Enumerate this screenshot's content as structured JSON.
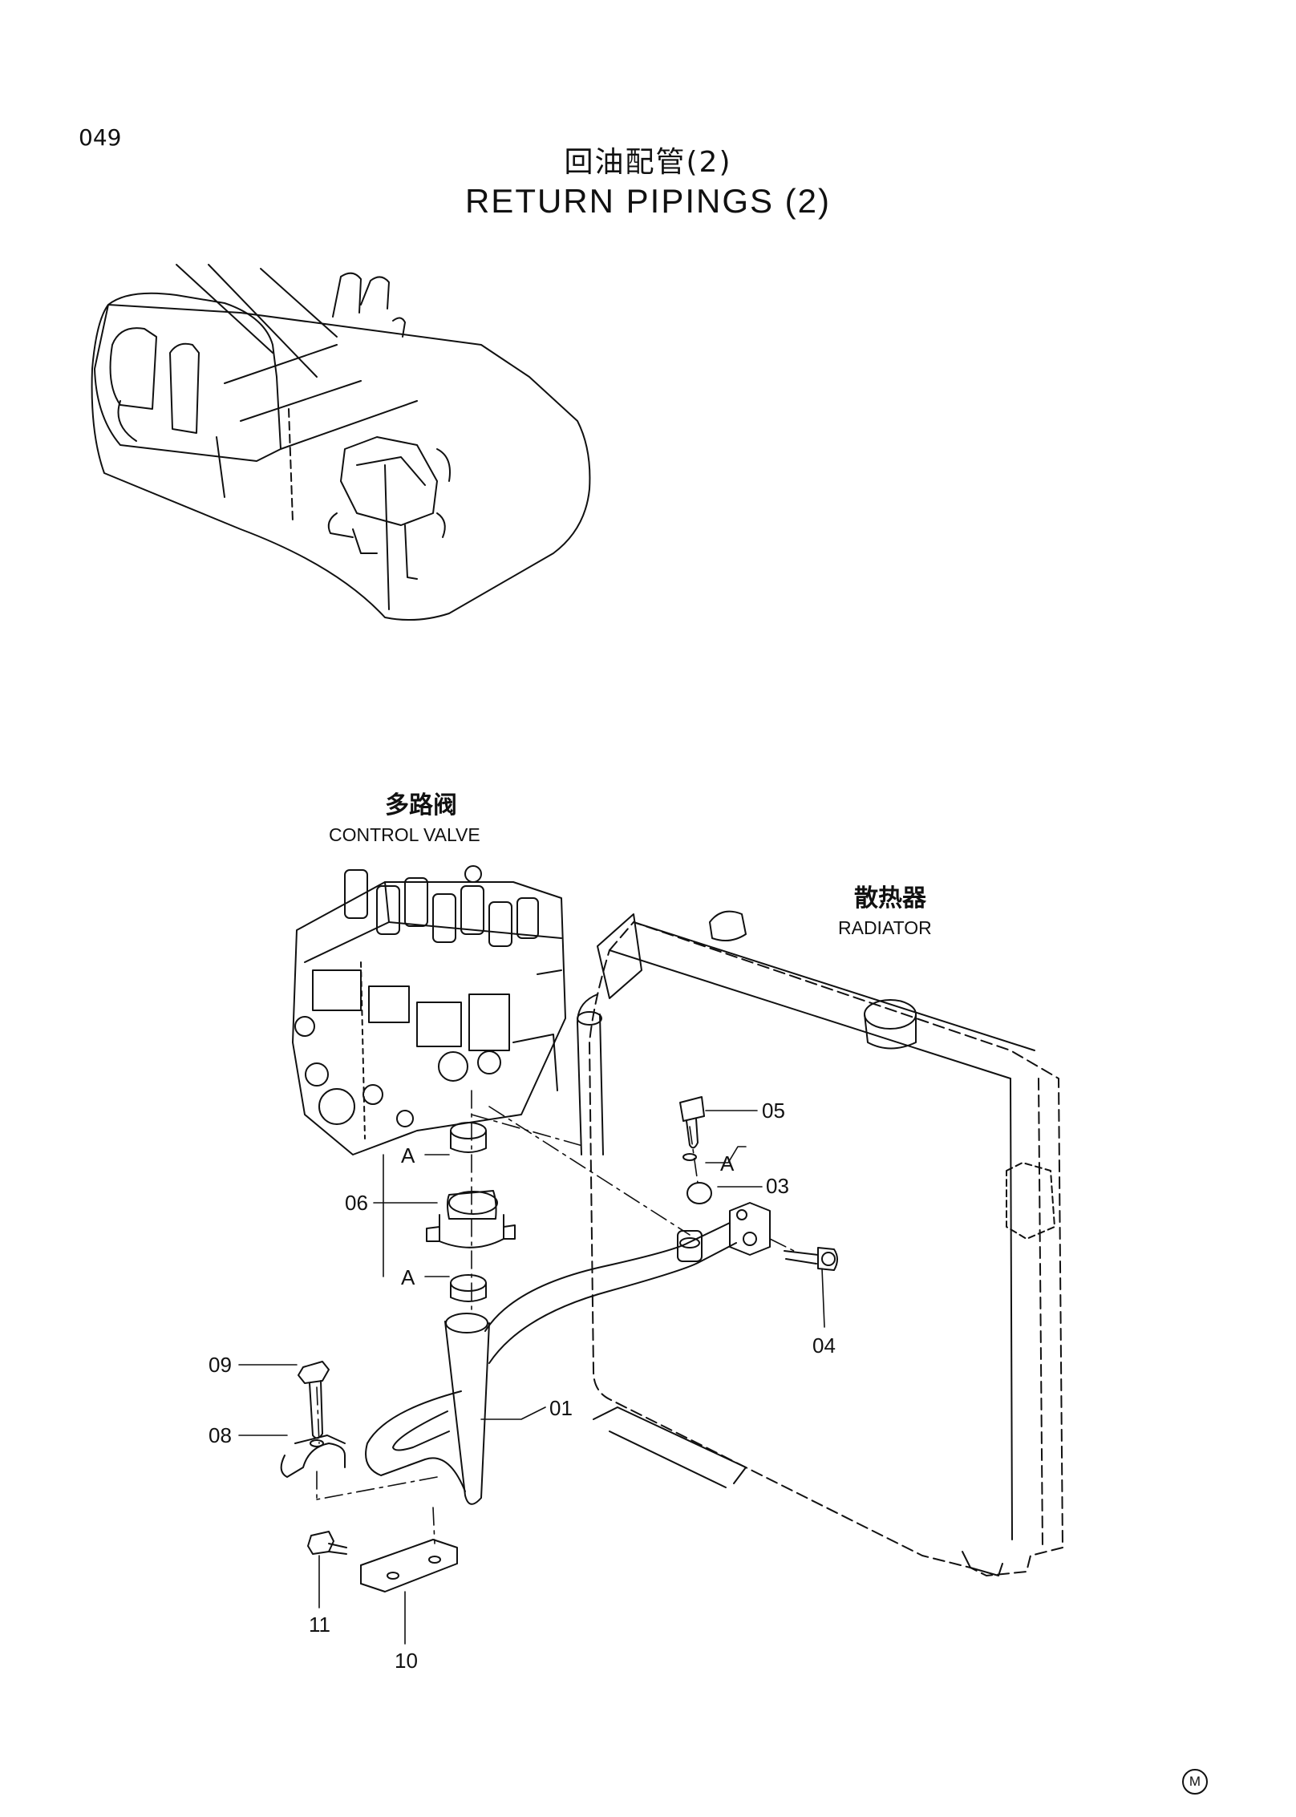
{
  "page_number": "049",
  "title_zh": "回油配管(2)",
  "title_en": "RETURN PIPINGS (2)",
  "labels": {
    "control_valve_zh": "多路阀",
    "control_valve_en": "CONTROL VALVE",
    "radiator_zh": "散热器",
    "radiator_en": "RADIATOR"
  },
  "callouts": {
    "c01": "01",
    "c03": "03",
    "c04": "04",
    "c05": "05",
    "c06": "06",
    "c08": "08",
    "c09": "09",
    "c10": "10",
    "c11": "11"
  },
  "refs": {
    "a_top": "A",
    "a_mid": "A",
    "a_bot": "A"
  },
  "corner_mark": "M"
}
